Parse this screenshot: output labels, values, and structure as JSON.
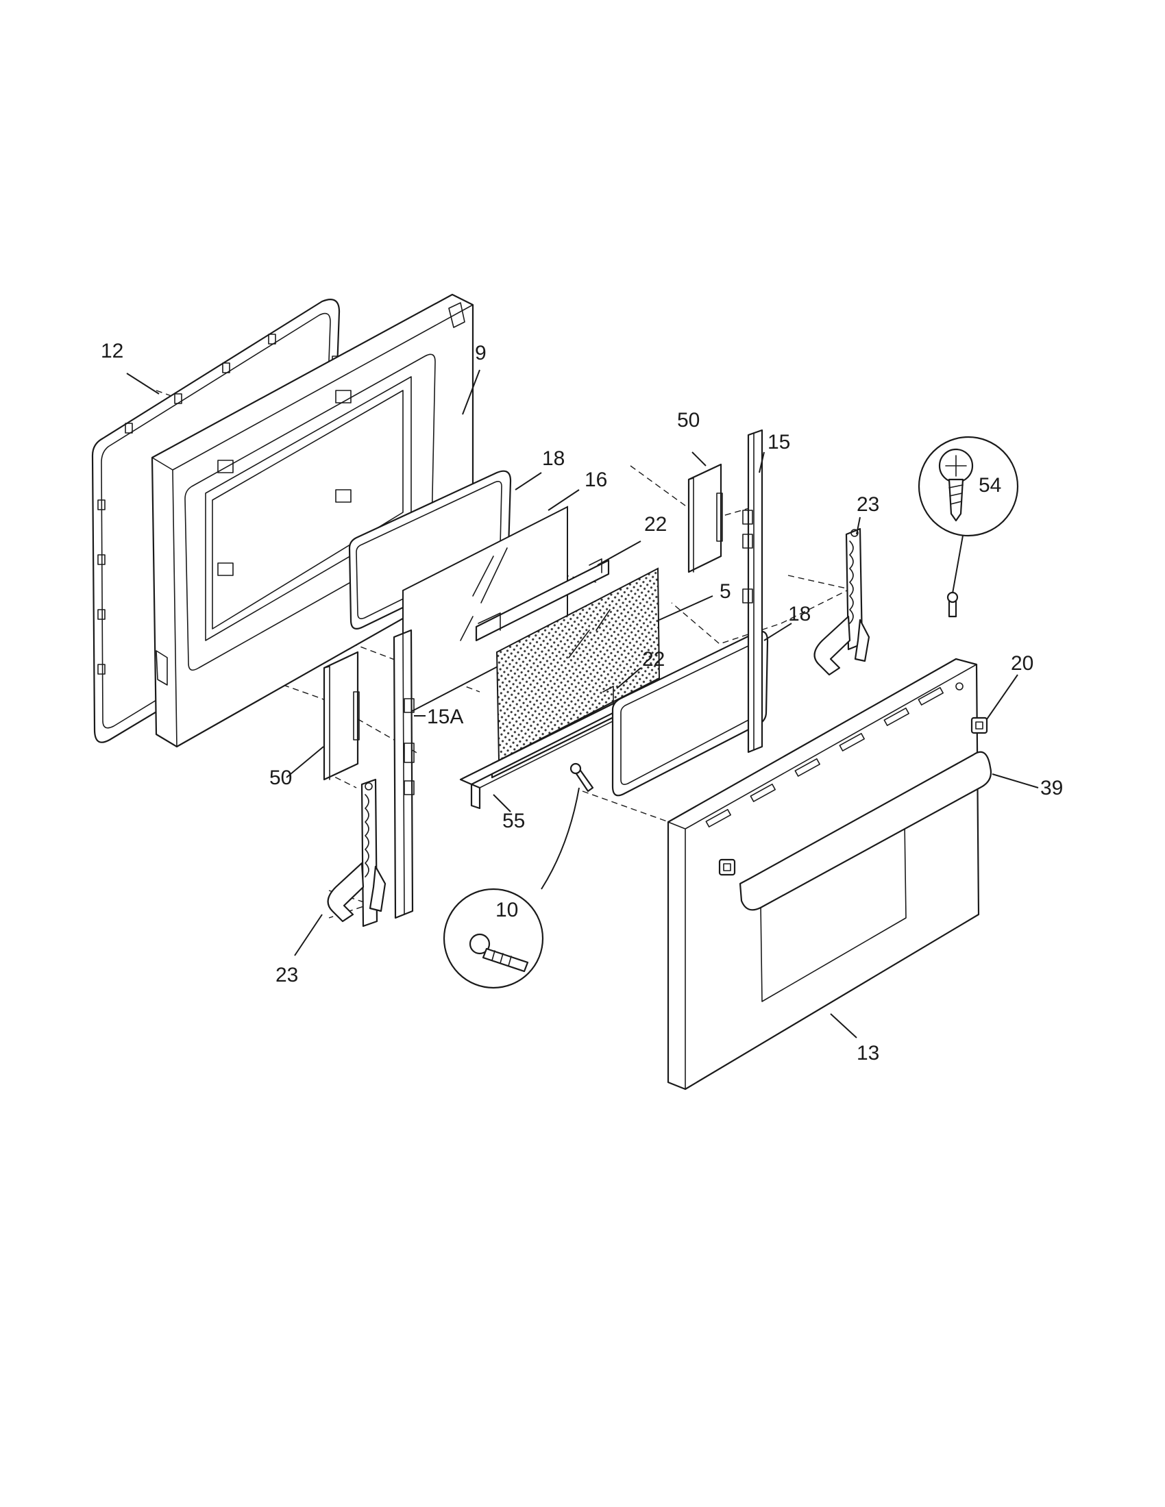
{
  "callouts": {
    "c12": "12",
    "c9": "9",
    "c18a": "18",
    "c16": "16",
    "c22a": "22",
    "c50a": "50",
    "c15": "15",
    "c23a": "23",
    "c54": "54",
    "c5": "5",
    "c18b": "18",
    "c22b": "22",
    "c20": "20",
    "c15a": "15A",
    "c50b": "50",
    "c39": "39",
    "c55": "55",
    "c10": "10",
    "c23b": "23",
    "c13": "13"
  }
}
